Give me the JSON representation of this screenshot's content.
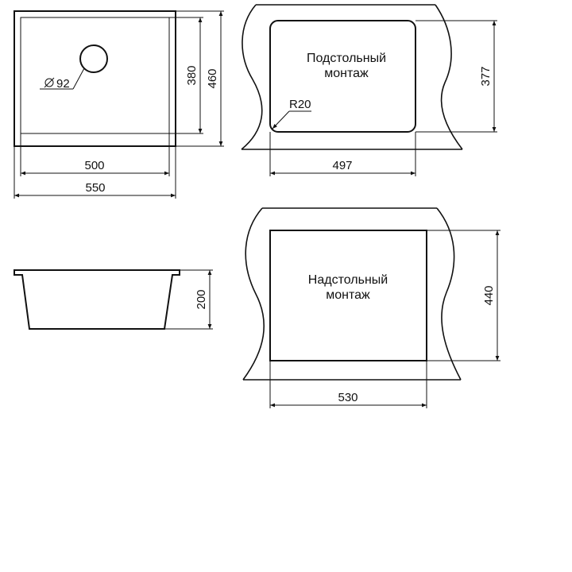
{
  "top_view": {
    "outer_width": "550",
    "inner_width": "500",
    "outer_depth": "460",
    "inner_depth": "380",
    "drain": "92"
  },
  "undermount": {
    "title_line1": "Подстольный",
    "title_line2": "монтаж",
    "width": "497",
    "depth": "377",
    "radius": "R20"
  },
  "side_view": {
    "height": "200"
  },
  "overmount": {
    "title_line1": "Надстольный",
    "title_line2": "монтаж",
    "width": "530",
    "depth": "440"
  }
}
